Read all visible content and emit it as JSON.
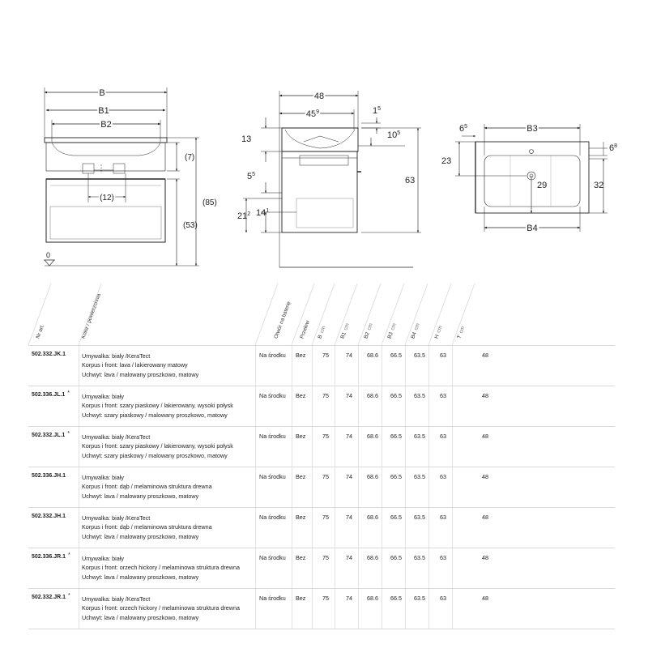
{
  "drawings": {
    "front": {
      "dim_B": "B",
      "dim_B1": "B1",
      "dim_B2": "B2",
      "dim_7": "(7)",
      "dim_85": "(85)",
      "dim_53": "(53)",
      "dim_12": "(12)",
      "zero": "0"
    },
    "side": {
      "dim_48": "48",
      "dim_45": "45",
      "dim_45_sup": "9",
      "dim_1": "1",
      "dim_1_sup": "5",
      "dim_10": "10",
      "dim_10_sup": "5",
      "dim_13": "13",
      "dim_5": "5",
      "dim_5_sup": "5",
      "dim_63": "63",
      "dim_21": "21",
      "dim_21_sup": "2",
      "dim_14": "14",
      "dim_14_sup": "1"
    },
    "top": {
      "dim_6a": "6",
      "dim_6a_sup": "5",
      "dim_B3": "B3",
      "dim_6b": "6",
      "dim_6b_sup": "8",
      "dim_23": "23",
      "dim_29": "29",
      "dim_32": "32",
      "dim_B4": "B4"
    }
  },
  "table": {
    "headers": [
      {
        "label": "Nr art.",
        "unit": ""
      },
      {
        "label": "Kolor / powierzchnia",
        "unit": ""
      },
      {
        "label": "Otwór na baterię",
        "unit": ""
      },
      {
        "label": "Przelew",
        "unit": ""
      },
      {
        "label": "B",
        "unit": "cm"
      },
      {
        "label": "B1",
        "unit": "cm"
      },
      {
        "label": "B2",
        "unit": "cm"
      },
      {
        "label": "B3",
        "unit": "cm"
      },
      {
        "label": "B4",
        "unit": "cm"
      },
      {
        "label": "H",
        "unit": "cm"
      },
      {
        "label": "T",
        "unit": "cm"
      }
    ],
    "rows": [
      {
        "art": "502.332.JK.1",
        "star": "",
        "desc": [
          "Umywalka: biały /KeraTect",
          "Korpus i front: lava / lakierowany matowy",
          "Uchwyt: lava / malowany proszkowo, matowy"
        ],
        "otw": "Na środku",
        "prz": "Bez",
        "B": "75",
        "B1": "74",
        "B2": "68.6",
        "B3": "66.5",
        "B4": "63.5",
        "H": "63",
        "T": "48"
      },
      {
        "art": "502.336.JL.1",
        "star": "*",
        "desc": [
          "Umywalka: biały",
          "Korpus i front: szary piaskowy / lakierowany, wysoki połysk",
          "Uchwyt: szary piaskowy / malowany proszkowo, matowy"
        ],
        "otw": "Na środku",
        "prz": "Bez",
        "B": "75",
        "B1": "74",
        "B2": "68.6",
        "B3": "66.5",
        "B4": "63.5",
        "H": "63",
        "T": "48"
      },
      {
        "art": "502.332.JL.1",
        "star": "*",
        "desc": [
          "Umywalka: biały /KeraTect",
          "Korpus i front: szary piaskowy / lakierowany, wysoki połysk",
          "Uchwyt: szary piaskowy / malowany proszkowo, matowy"
        ],
        "otw": "Na środku",
        "prz": "Bez",
        "B": "75",
        "B1": "74",
        "B2": "68.6",
        "B3": "66.5",
        "B4": "63.5",
        "H": "63",
        "T": "48"
      },
      {
        "art": "502.336.JH.1",
        "star": "",
        "desc": [
          "Umywalka: biały",
          "Korpus i front: dąb / melaminowa struktura drewna",
          "Uchwyt: lava / malowany proszkowo, matowy"
        ],
        "otw": "Na środku",
        "prz": "Bez",
        "B": "75",
        "B1": "74",
        "B2": "68.6",
        "B3": "66.5",
        "B4": "63.5",
        "H": "63",
        "T": "48"
      },
      {
        "art": "502.332.JH.1",
        "star": "",
        "desc": [
          "Umywalka: biały /KeraTect",
          "Korpus i front: dąb / melaminowa struktura drewna",
          "Uchwyt: lava / malowany proszkowo, matowy"
        ],
        "otw": "Na środku",
        "prz": "Bez",
        "B": "75",
        "B1": "74",
        "B2": "68.6",
        "B3": "66.5",
        "B4": "63.5",
        "H": "63",
        "T": "48"
      },
      {
        "art": "502.336.JR.1",
        "star": "*",
        "desc": [
          "Umywalka: biały",
          "Korpus i front: orzech hickory / melaminowa struktura drewna",
          "Uchwyt: lava / malowany proszkowo, matowy"
        ],
        "otw": "Na środku",
        "prz": "Bez",
        "B": "75",
        "B1": "74",
        "B2": "68.6",
        "B3": "66.5",
        "B4": "63.5",
        "H": "63",
        "T": "48"
      },
      {
        "art": "502.332.JR.1",
        "star": "*",
        "desc": [
          "Umywalka: biały /KeraTect",
          "Korpus i front: orzech hickory / melaminowa struktura drewna",
          "Uchwyt: lava / malowany proszkowo, matowy"
        ],
        "otw": "Na środku",
        "prz": "Bez",
        "B": "75",
        "B1": "74",
        "B2": "68.6",
        "B3": "66.5",
        "B4": "63.5",
        "H": "63",
        "T": "48"
      }
    ]
  }
}
